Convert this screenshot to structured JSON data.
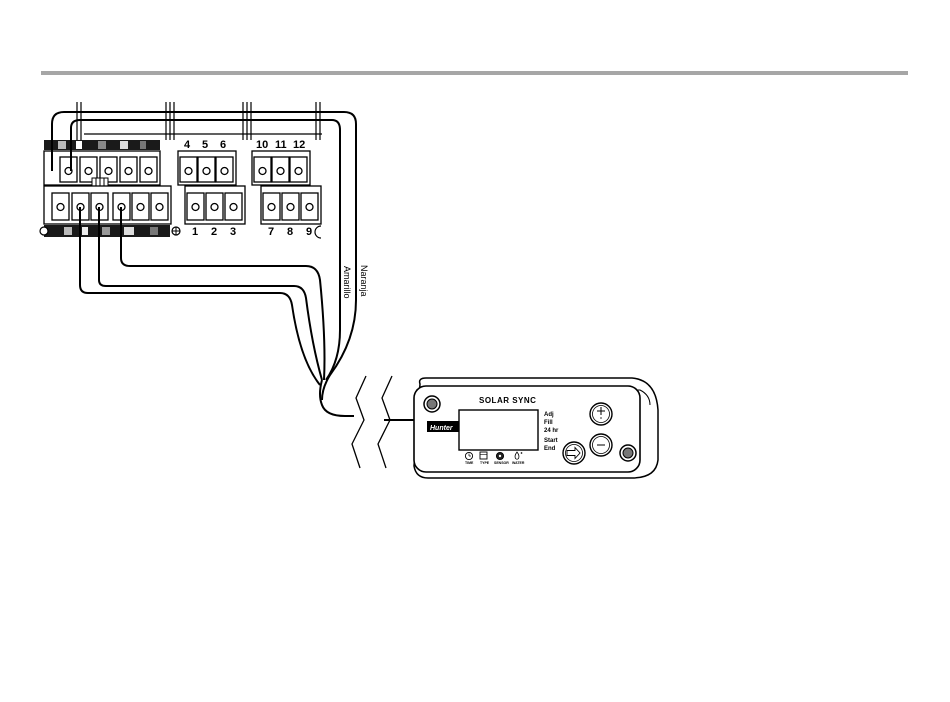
{
  "diagram": {
    "controller": {
      "top_numbers": [
        "4",
        "5",
        "6",
        "10",
        "11",
        "12"
      ],
      "bottom_numbers": [
        "1",
        "2",
        "3",
        "7",
        "8",
        "9"
      ]
    },
    "wires": {
      "label_1": "Amarillo",
      "label_2": "Naranja"
    },
    "device": {
      "title": "SOLAR SYNC",
      "brand": "Hunter",
      "side_labels": [
        "Adj",
        "Fill",
        "24 hr",
        "Start",
        "End"
      ],
      "icon_labels": [
        "TIME",
        "TYPE",
        "SENSOR",
        "WATER"
      ]
    }
  }
}
